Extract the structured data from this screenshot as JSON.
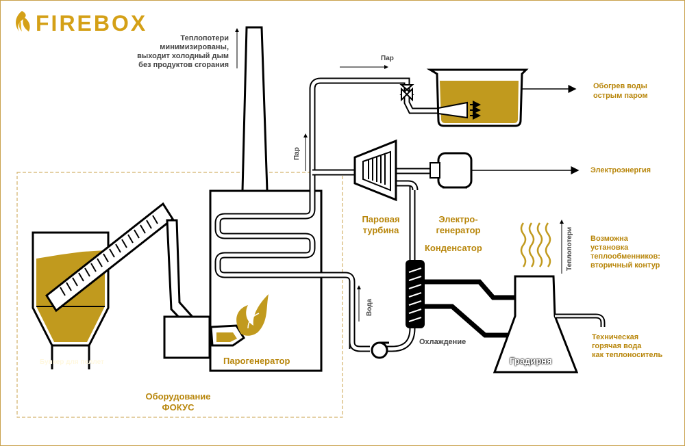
{
  "brand": {
    "name": "FIREBOX",
    "accent": "#d4a017"
  },
  "colors": {
    "fill": "#c19a1e",
    "line": "#000000",
    "text_gold": "#b8860b",
    "text_gray": "#444444",
    "frame": "#c8a04a"
  },
  "annotations": {
    "heat_loss_title": [
      "Теплопотери",
      "минимизированы,",
      "выходит холодный дым",
      "без продуктов сгорания"
    ],
    "steam_top": "Пар",
    "steam_vertical": "Пар",
    "water_vertical": "Вода",
    "cooling": "Охлаждение",
    "heatloss_vertical": "Теплопотери"
  },
  "labels": {
    "bunker": "Бункер для пеллет",
    "steam_generator": "Парогенератор",
    "steam_turbine": [
      "Паровая",
      "турбина"
    ],
    "electro_generator": [
      "Электро-",
      "генератор"
    ],
    "condenser": "Конденсатор",
    "cooling_tower": "Градирня",
    "equipment": [
      "Оборудование",
      "ФОКУС"
    ]
  },
  "outputs": {
    "water_heating": [
      "Обогрев воды",
      "острым паром"
    ],
    "electricity": "Электроэнергия",
    "heat_exchangers": [
      "Возможна",
      "установка",
      "теплообменников:",
      "вторичный контур"
    ],
    "hot_water": [
      "Техническая",
      "горячая вода",
      "как теплоноситель"
    ]
  }
}
